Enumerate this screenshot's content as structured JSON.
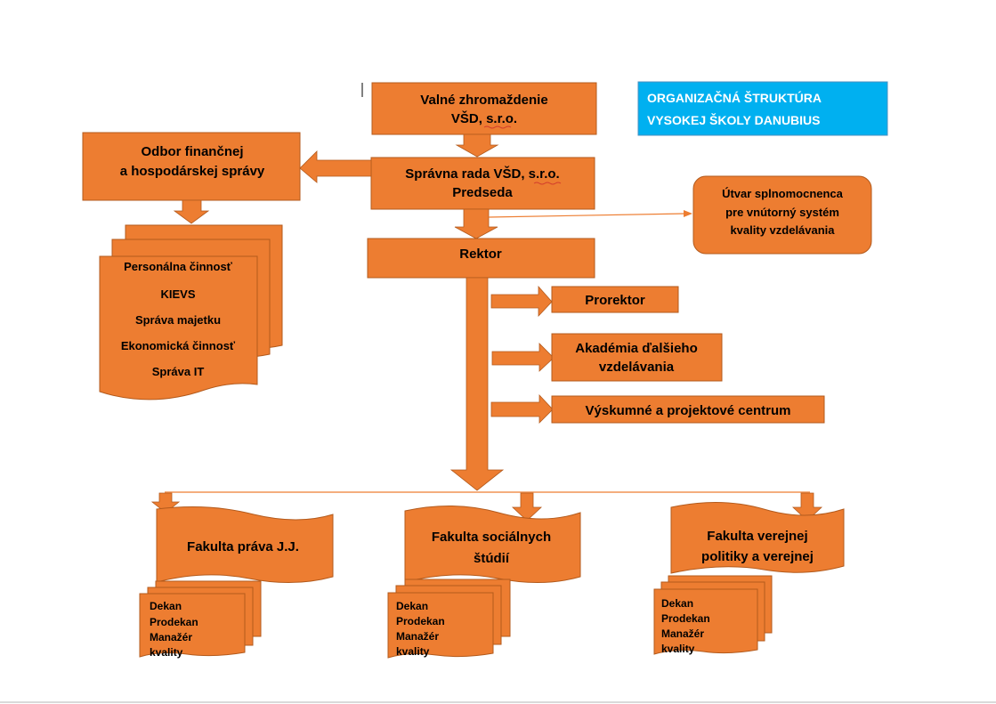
{
  "title": {
    "line1": "ORGANIZAČNÁ ŠTRUKTÚRA",
    "line2": "VYSOKEJ ŠKOLY DANUBIUS",
    "bg_color": "#00B0F0"
  },
  "accent_color": "#ED7D31",
  "nodes": {
    "valne": {
      "line1": "Valné zhromaždenie",
      "line2": "VŠD, s.r.o."
    },
    "spravna": {
      "line1": "Správna rada VŠD, s.r.o.",
      "line2": "Predseda"
    },
    "odbor": {
      "line1": "Odbor finančnej",
      "line2": "a hospodárskej správy"
    },
    "odbor_items": [
      "Personálna činnosť",
      "KIEVS",
      "Správa majetku",
      "Ekonomická činnosť",
      "Správa IT"
    ],
    "utvar": {
      "line1": "Útvar splnomocnenca",
      "line2": "pre vnútorný  systém",
      "line3": "kvality vzdelávania"
    },
    "rektor": "Rektor",
    "prorektor": "Prorektor",
    "akademia": {
      "line1": "Akadémia ďalšieho",
      "line2": "vzdelávania"
    },
    "vyskumne": "Výskumné a projektové  centrum"
  },
  "faculties": [
    {
      "name_line1": "Fakulta práva J.J.",
      "name_line2": "",
      "staff": [
        "Dekan",
        "Prodekan",
        "Manažér",
        "kvality"
      ]
    },
    {
      "name_line1": "Fakulta sociálnych",
      "name_line2": "štúdií",
      "staff": [
        "Dekan",
        "Prodekan",
        "Manažér",
        "kvality"
      ]
    },
    {
      "name_line1": "Fakulta verejnej",
      "name_line2": "politiky a verejnej",
      "staff": [
        "Dekan",
        "Prodekan",
        "Manažér",
        "kvality"
      ]
    }
  ]
}
